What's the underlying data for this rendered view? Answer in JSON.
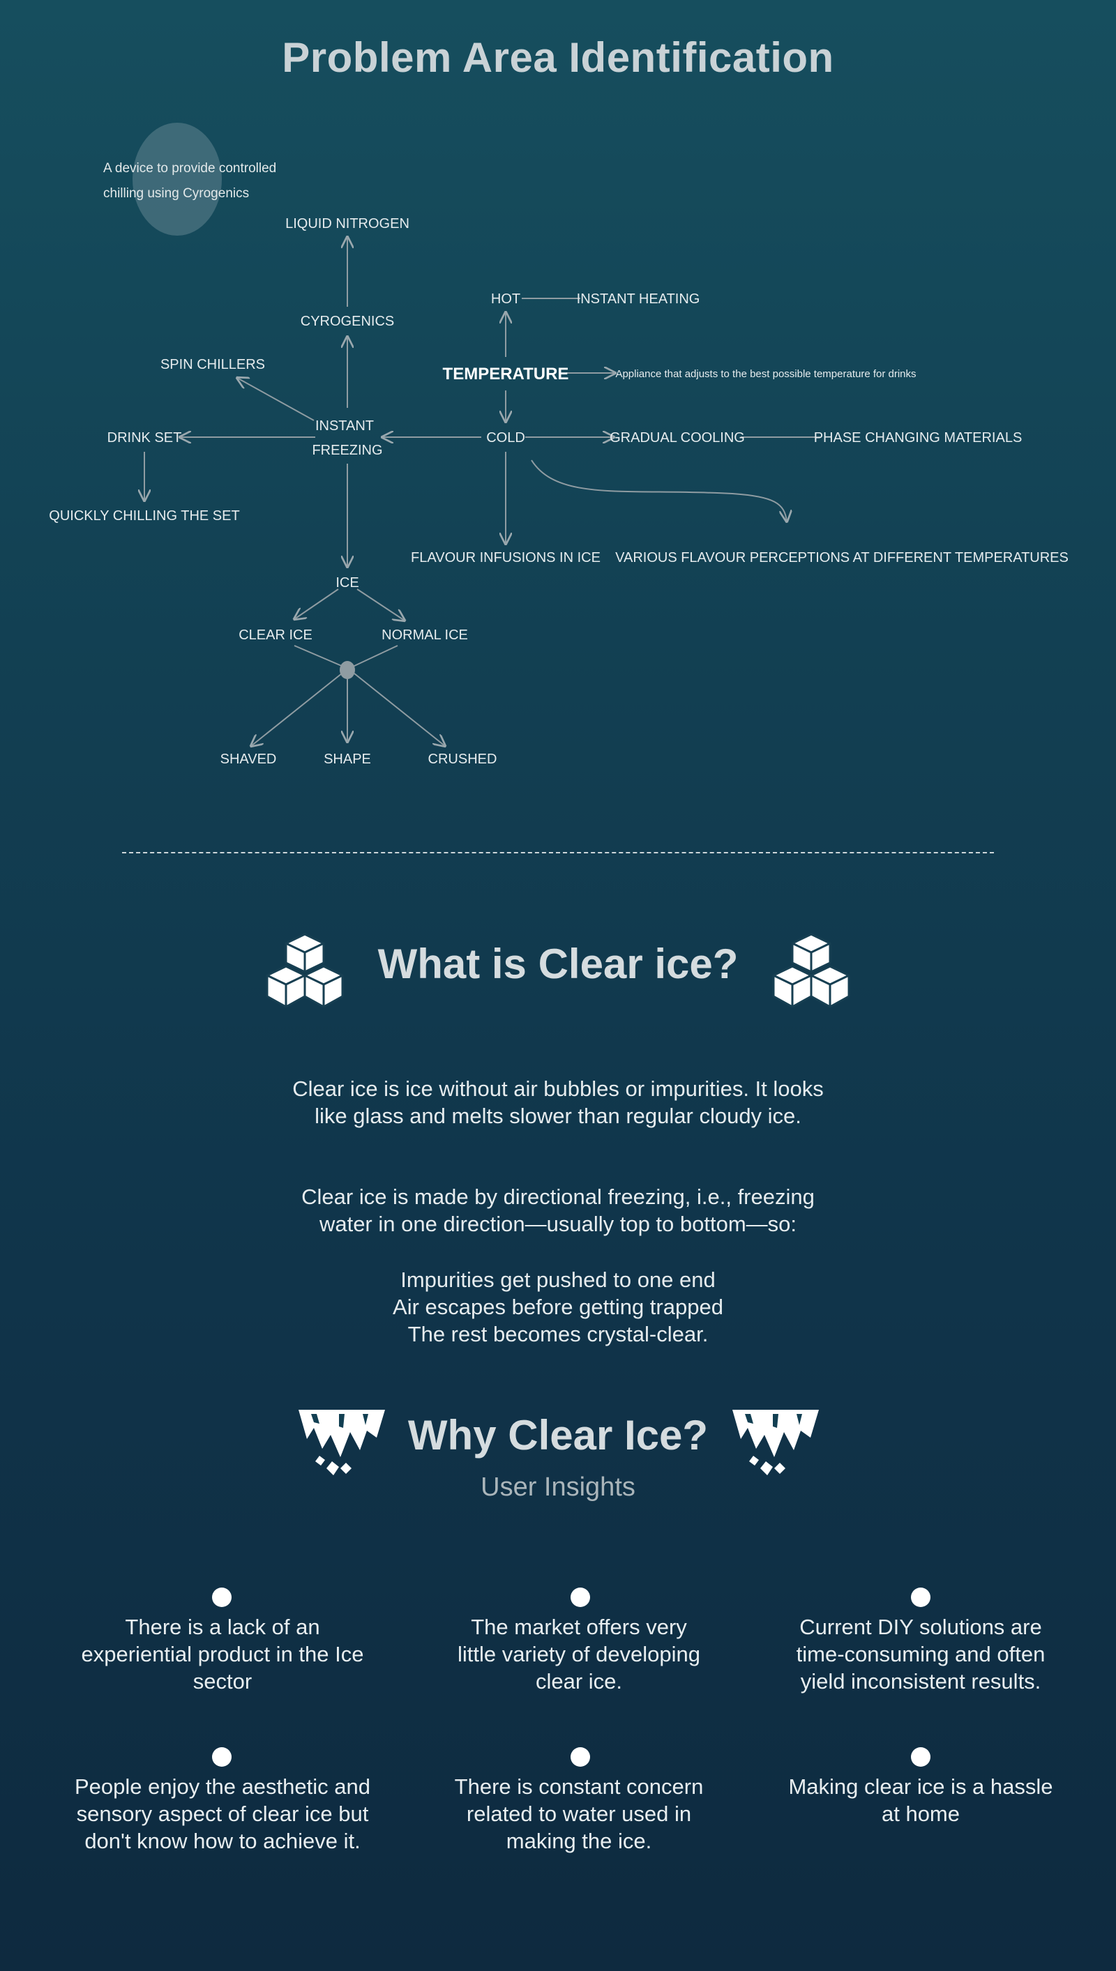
{
  "page": {
    "title": "Problem Area Identification"
  },
  "mindmap": {
    "note": "A device to provide controlled chilling using Cyrogenics",
    "nodes": {
      "liquid_nitrogen": "LIQUID NITROGEN",
      "cyrogenics": "CYROGENICS",
      "spin_chillers": "SPIN CHILLERS",
      "instant": "INSTANT",
      "freezing": "FREEZING",
      "drink_set": "DRINK SET",
      "quickly_chilling": "QUICKLY CHILLING THE SET",
      "hot": "HOT",
      "instant_heating": "INSTANT HEATING",
      "temperature": "TEMPERATURE",
      "appliance": "Appliance that adjusts to the best possible temperature for drinks",
      "cold": "COLD",
      "gradual_cooling": "GRADUAL COOLING",
      "phase_changing": "PHASE CHANGING MATERIALS",
      "flavour_infusions": "FLAVOUR INFUSIONS IN ICE",
      "various_flavour": "VARIOUS FLAVOUR PERCEPTIONS AT DIFFERENT TEMPERATURES",
      "ice": "ICE",
      "clear_ice": "CLEAR ICE",
      "normal_ice": "NORMAL ICE",
      "shaved": "SHAVED",
      "shape": "SHAPE",
      "crushed": "CRUSHED"
    }
  },
  "what_section": {
    "title": "What is Clear ice?",
    "icon": "ice-cubes-icon",
    "para1": [
      "Clear ice is ice without air bubbles or impurities. It looks",
      "like glass and melts slower than regular cloudy ice."
    ],
    "para2": [
      "Clear ice is made by directional freezing, i.e., freezing",
      "water in one direction—usually top to bottom—so:"
    ],
    "points": [
      "Impurities get pushed to one end",
      "Air escapes before getting trapped",
      "The rest becomes crystal-clear."
    ]
  },
  "why_section": {
    "title": "Why Clear Ice?",
    "subtitle": "User Insights",
    "icon": "icicle-icon",
    "insights": [
      [
        "There is a lack of an",
        "experiential product in the Ice",
        "sector"
      ],
      [
        "The market offers very",
        "little variety of developing",
        "clear ice."
      ],
      [
        "Current DIY solutions are",
        "time-consuming and often",
        "yield inconsistent results."
      ],
      [
        "People enjoy the aesthetic and",
        "sensory aspect of clear ice but",
        "don't know how to achieve it."
      ],
      [
        "There is constant concern",
        "related to water used in",
        "making the ice."
      ],
      [
        "Making clear ice is a hassle",
        "at home"
      ]
    ]
  }
}
